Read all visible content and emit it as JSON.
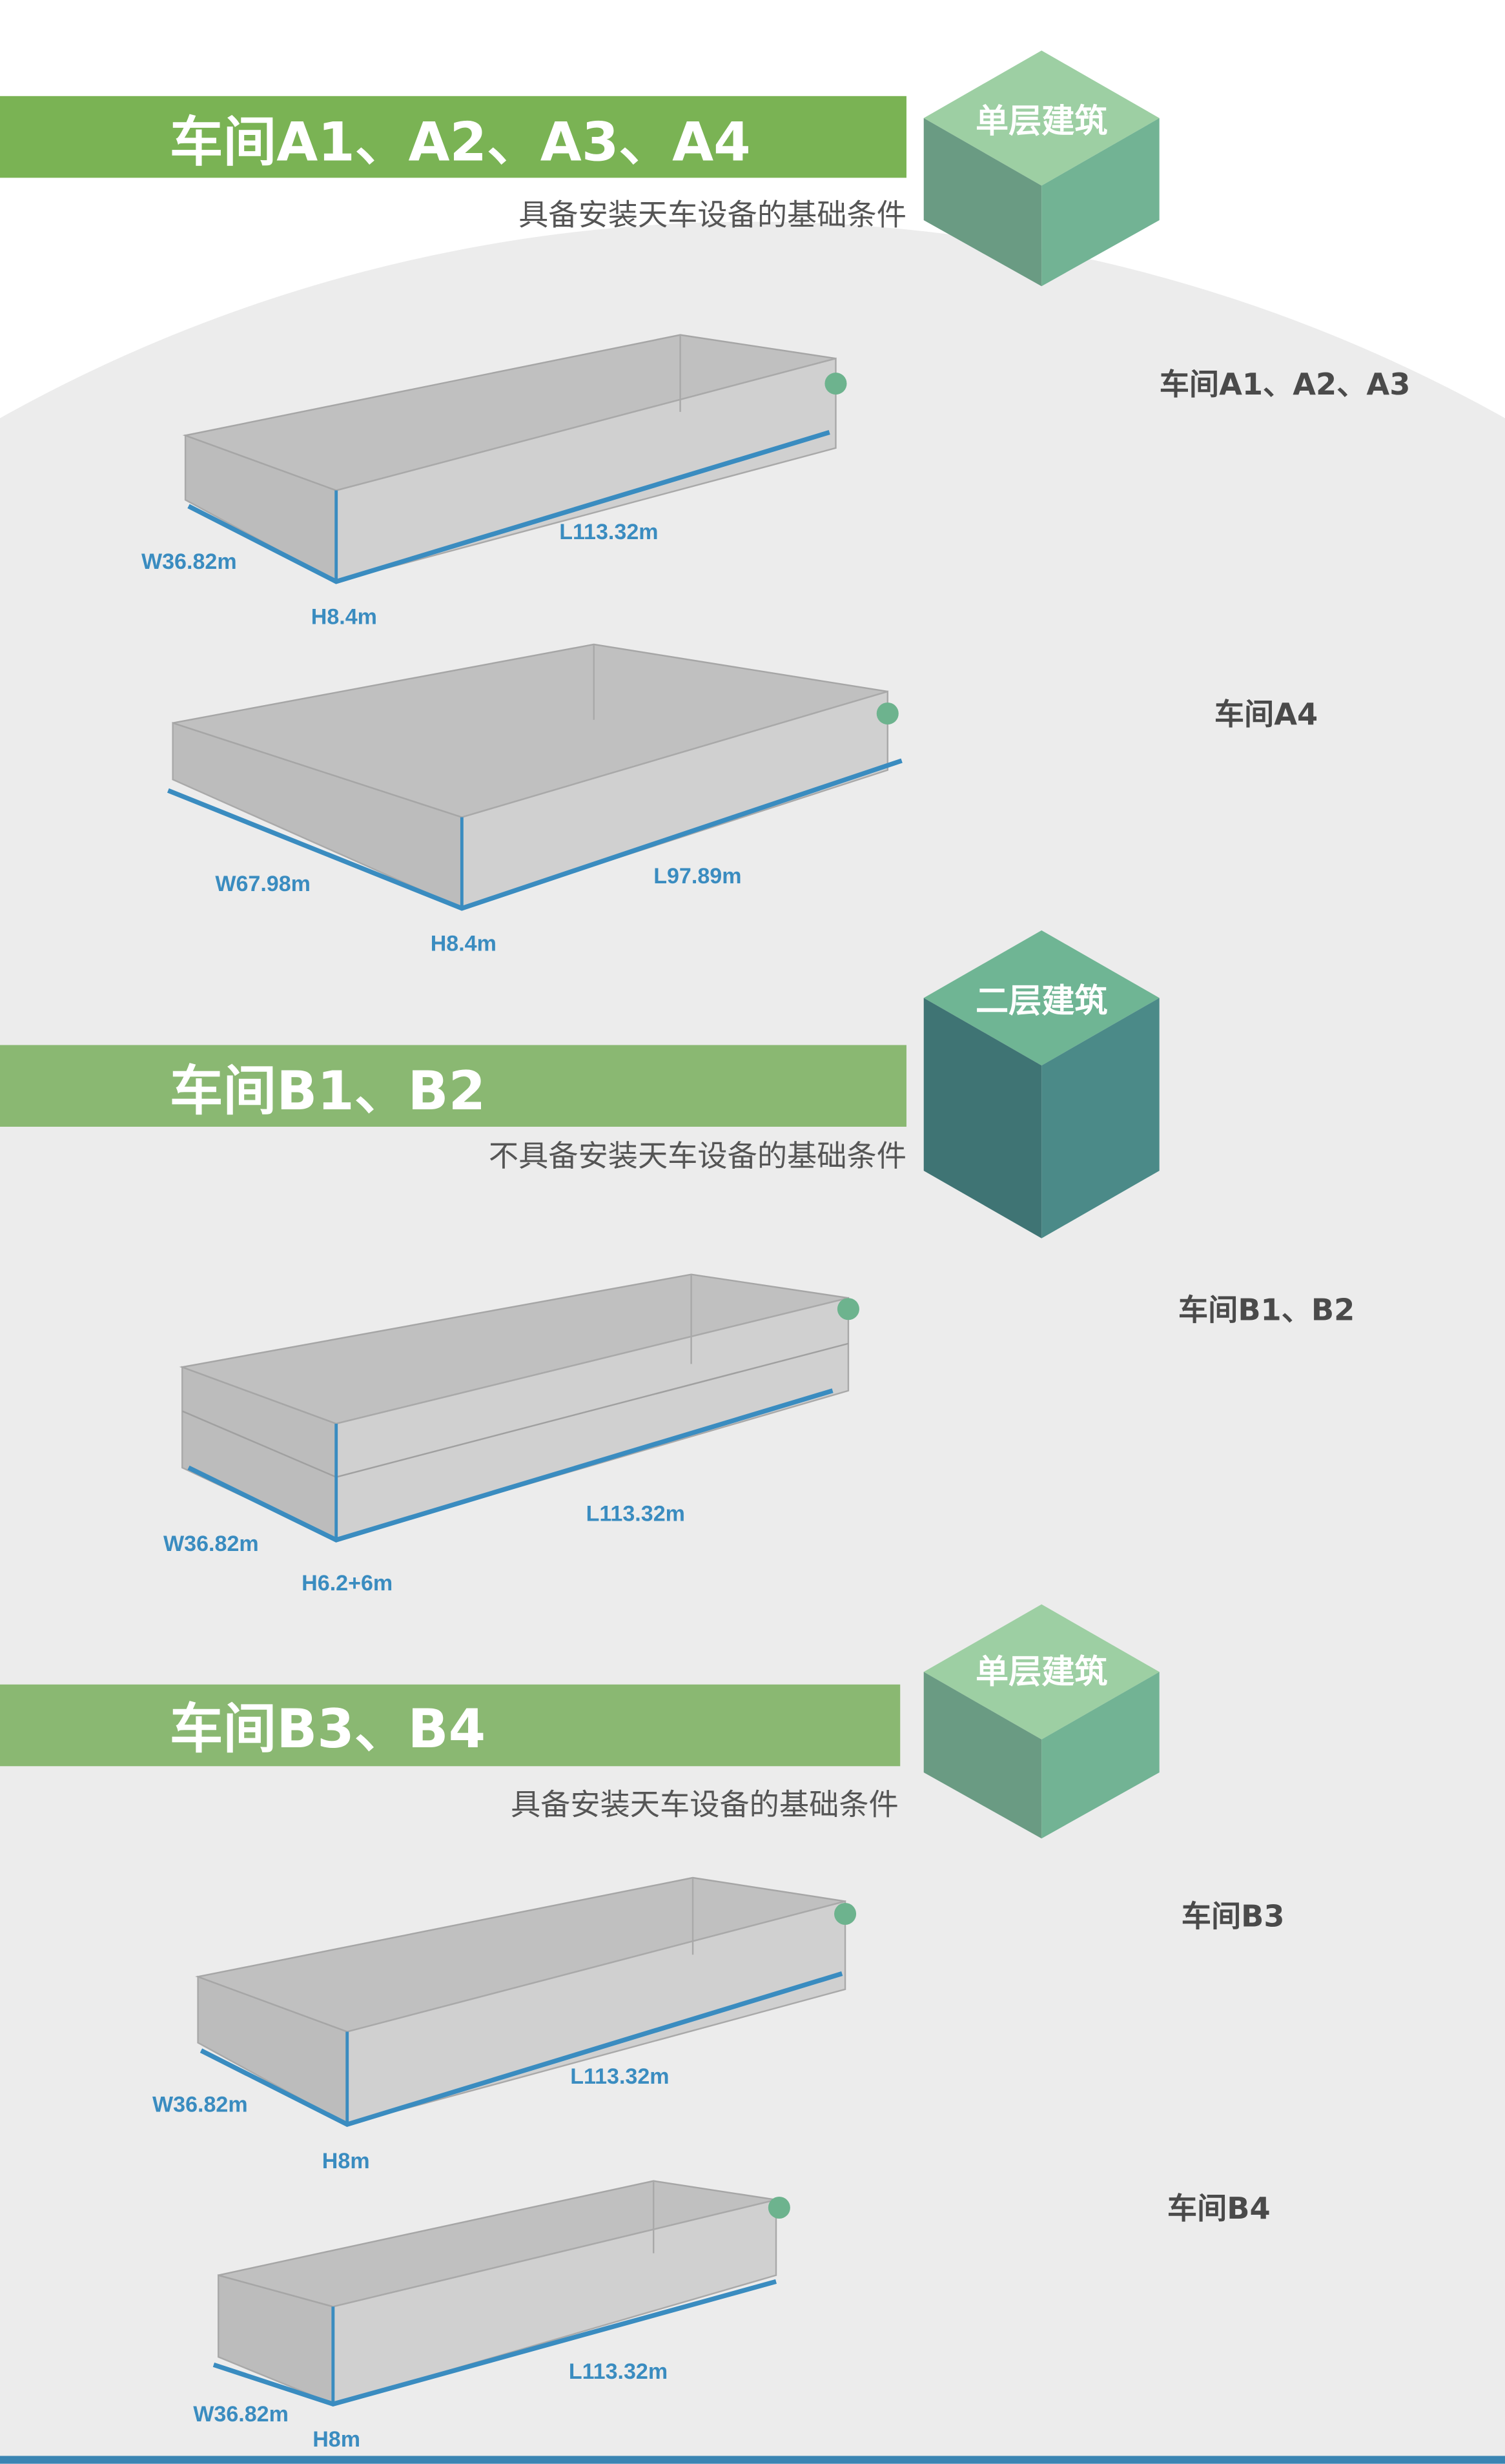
{
  "colors": {
    "banner_a": "#7ab354",
    "banner_b": "#8ab872",
    "dim": "#3a8cc0",
    "dot": "#6db38e",
    "bottom_bar": "#3a85b3"
  },
  "sections": [
    {
      "title": "车间A1、A2、A3、A4",
      "subtitle": "具备安装天车设备的基础条件",
      "cube_label": "单层建筑",
      "buildings": [
        {
          "callout": "车间A1、A2、A3",
          "width": "W36.82m",
          "height": "H8.4m",
          "length": "L113.32m"
        },
        {
          "callout": "车间A4",
          "width": "W67.98m",
          "height": "H8.4m",
          "length": "L97.89m"
        }
      ]
    },
    {
      "title": "车间B1、B2",
      "subtitle": "不具备安装天车设备的基础条件",
      "cube_label": "二层建筑",
      "buildings": [
        {
          "callout": "车间B1、B2",
          "width": "W36.82m",
          "height": "H6.2+6m",
          "length": "L113.32m"
        }
      ]
    },
    {
      "title": "车间B3、B4",
      "subtitle": "具备安装天车设备的基础条件",
      "cube_label": "单层建筑",
      "buildings": [
        {
          "callout": "车间B3",
          "width": "W36.82m",
          "height": "H8m",
          "length": "L113.32m"
        },
        {
          "callout": "车间B4",
          "width": "W36.82m",
          "height": "H8m",
          "length": "L113.32m"
        }
      ]
    }
  ]
}
